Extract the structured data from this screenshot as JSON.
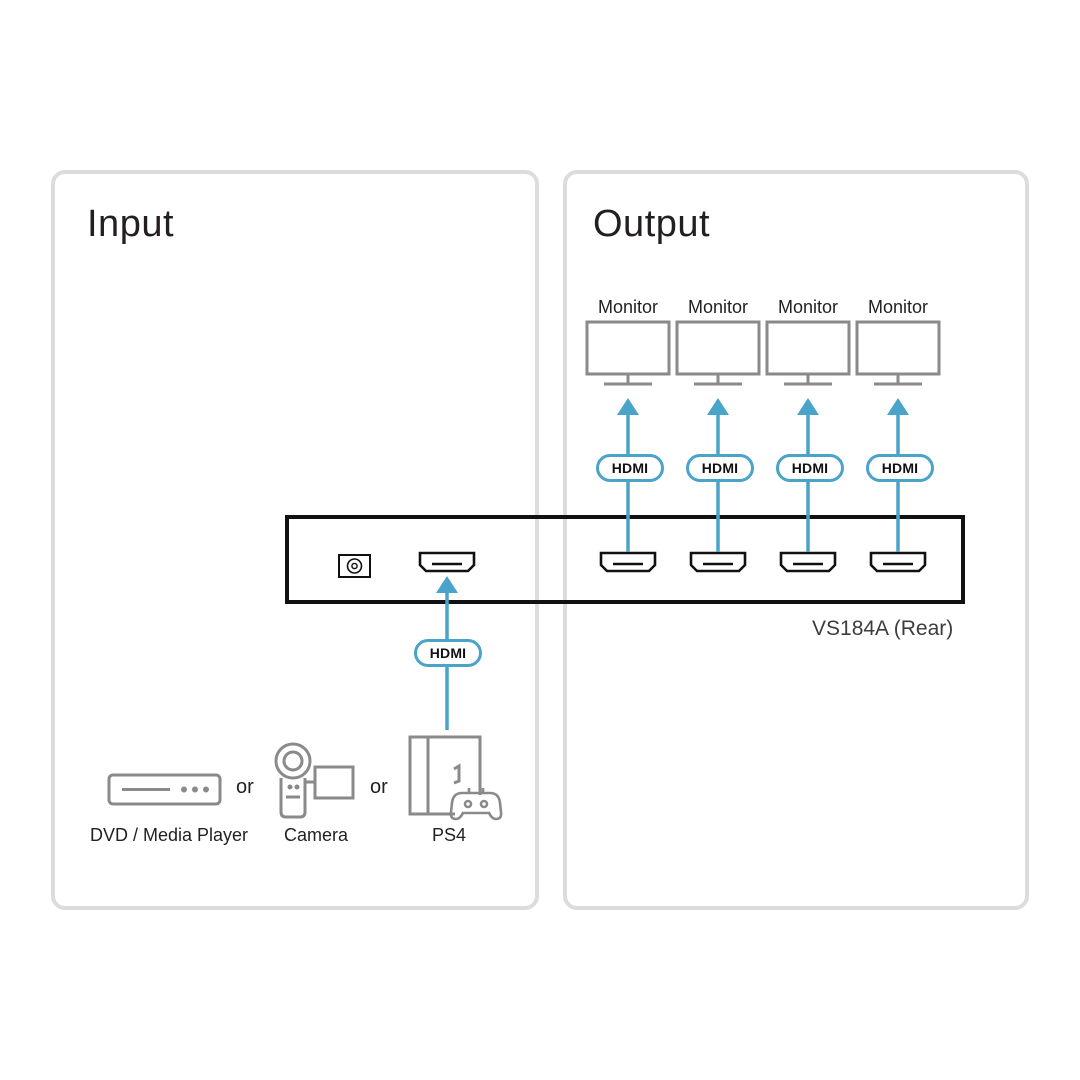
{
  "panels": {
    "input_title": "Input",
    "output_title": "Output"
  },
  "outputs": {
    "monitors": [
      "Monitor",
      "Monitor",
      "Monitor",
      "Monitor"
    ],
    "cable_label": "HDMI"
  },
  "device": {
    "caption": "VS184A (Rear)"
  },
  "inputs": {
    "cable_label": "HDMI",
    "separators": [
      "or",
      "or"
    ],
    "sources": [
      "DVD / Media Player",
      "Camera",
      "PS4"
    ]
  },
  "colors": {
    "panel_border": "#dcdcdc",
    "connector_blue": "#4aa3c9",
    "icon_gray": "#8a8a8a",
    "device_outline": "#111111"
  }
}
